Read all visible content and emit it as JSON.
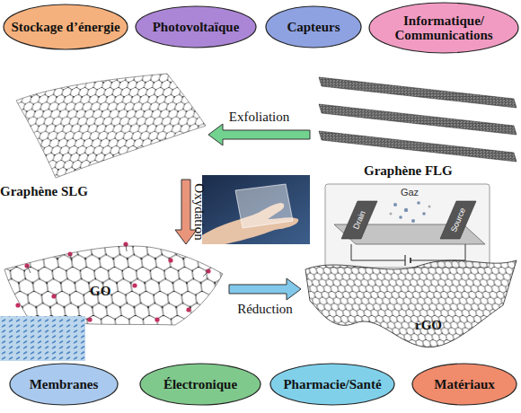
{
  "diagram": {
    "nodes": [
      {
        "text": [
          "Stockage d’énergie"
        ]
      },
      {
        "text": [
          "Photovoltaïque"
        ]
      },
      {
        "text": [
          "Capteurs"
        ]
      },
      {
        "text": [
          "Informatique/ Communications"
        ]
      },
      {
        "text": [
          "Graphène FLG"
        ]
      },
      {
        "text": [
          "Graphène SLG"
        ]
      },
      {
        "text": [
          "GO"
        ]
      },
      {
        "text": [
          "rGO"
        ]
      },
      {
        "text": [
          "Membranes"
        ]
      },
      {
        "text": [
          "Électronique"
        ]
      },
      {
        "text": [
          "Pharmacie/Santé"
        ]
      },
      {
        "text": [
          "Matériaux"
        ]
      }
    ],
    "edges": [
      {
        "from": 4,
        "to": 5,
        "label": "Exfoliation",
        "arrow": "to"
      },
      {
        "from": 5,
        "to": 6,
        "label": "Oxydation",
        "arrow": "to"
      },
      {
        "from": 6,
        "to": 7,
        "label": "Réduction",
        "arrow": "to"
      }
    ],
    "labels": [
      "Gaz",
      "Drain",
      "Source"
    ]
  }
}
